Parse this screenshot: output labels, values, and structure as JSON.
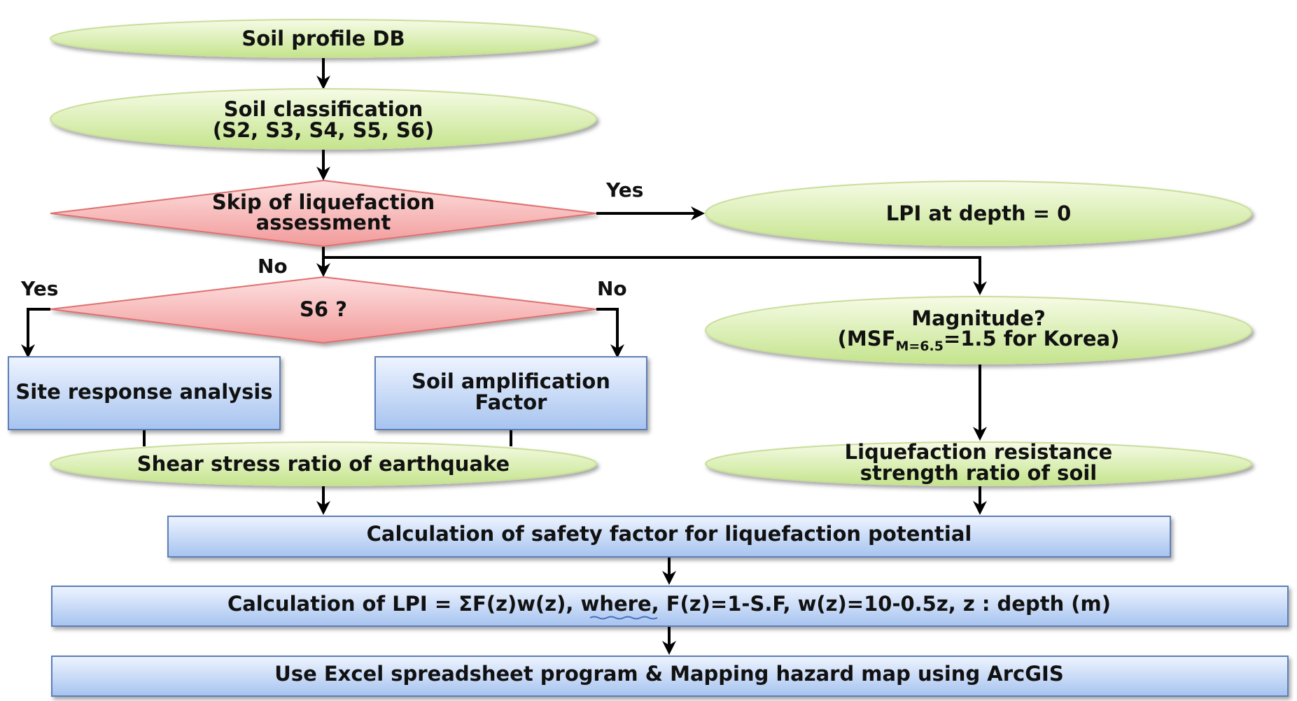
{
  "nodes": {
    "soil_profile_db": "Soil profile DB",
    "soil_classification_l1": "Soil classification",
    "soil_classification_l2": "(S2, S3, S4, S5, S6)",
    "skip_assessment_l1": "Skip of liquefaction",
    "skip_assessment_l2": "assessment",
    "lpi_zero": "LPI at depth = 0",
    "s6_decision": "S6 ?",
    "magnitude_l1": "Magnitude?",
    "magnitude_l2_pre": "(MSF",
    "magnitude_l2_sub": "M=6.5",
    "magnitude_l2_post": "=1.5 for Korea)",
    "site_response": "Site response analysis",
    "soil_amp_l1": "Soil amplification",
    "soil_amp_l2": "Factor",
    "shear_stress": "Shear stress ratio of earthquake",
    "resistance_l1": "Liquefaction resistance",
    "resistance_l2": "strength ratio of soil",
    "safety_factor": "Calculation of safety factor for liquefaction potential",
    "lpi_calc_pre": "Calculation of LPI = ΣF(z)w(z),",
    "lpi_calc_where": "where,",
    "lpi_calc_post": "F(z)=1-S.F, w(z)=10-0.5z, z : depth (m)",
    "excel_mapping": "Use Excel spreadsheet program & Mapping hazard map using ArcGIS"
  },
  "edge_labels": {
    "skip_yes": "Yes",
    "skip_no": "No",
    "s6_yes": "Yes",
    "s6_no": "No"
  },
  "colors": {
    "ellipse_fill_top": "#f6fbe6",
    "ellipse_fill_bottom": "#c4e48c",
    "diamond_fill_top": "#fde0e0",
    "diamond_fill_bottom": "#f29a9a",
    "box_fill_top": "#eef4ff",
    "box_fill_bottom": "#a6c3ef",
    "connector": "#000000",
    "squiggle_underline": "#4a6fc0"
  }
}
